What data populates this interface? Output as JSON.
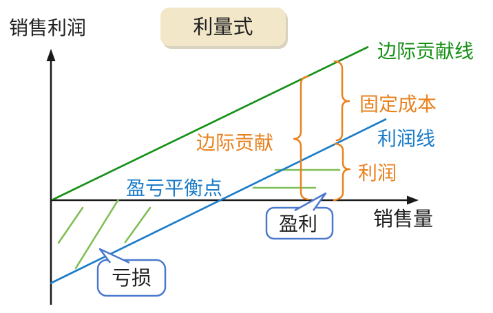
{
  "title": {
    "label": "利量式"
  },
  "axes": {
    "y_label": "销售利润",
    "x_label": "销售量"
  },
  "lines": {
    "contribution_line": {
      "label": "边际贡献线",
      "color": "#169016"
    },
    "profit_line": {
      "label": "利润线",
      "color": "#1b7cc8"
    }
  },
  "annotations": {
    "marginal_contribution": {
      "label": "边际贡献",
      "color": "#e8821e"
    },
    "fixed_cost": {
      "label": "固定成本",
      "color": "#e8821e"
    },
    "profit_amount": {
      "label": "利润",
      "color": "#e8821e"
    },
    "breakeven_point": {
      "label": "盈亏平衡点",
      "color": "#1b7cc8"
    },
    "profit_callout": {
      "label": "盈利"
    },
    "loss_callout": {
      "label": "亏损"
    }
  },
  "colors": {
    "line_green": "#169016",
    "hatch_green": "#7fbe54",
    "line_blue": "#1b7cc8",
    "accent_orange": "#e8821e",
    "callout_border_blue": "#4a78cc",
    "title_box_fill": "#f2e7c9",
    "axis_black": "#1a1a1a",
    "background": "#ffffff"
  },
  "semantics": {
    "figure_type": "profit-volume break-even diagram",
    "contribution_line_behavior": "starts at origin, rises to upper right",
    "profit_line_behavior": "starts below zero on the y-axis (negative fixed cost), parallel to contribution line, crosses x-axis at break-even point",
    "gap_between_lines": "fixed cost",
    "area_below_axis_left_of_breakeven": "loss (diagonal hatching)",
    "area_above_axis_right_of_breakeven": "profit (horizontal hatching)"
  }
}
